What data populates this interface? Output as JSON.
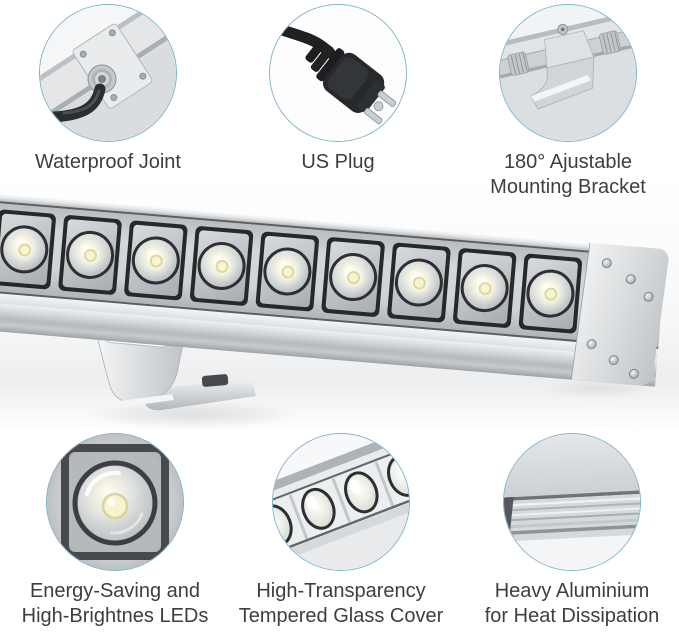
{
  "features": {
    "top": [
      {
        "name": "waterproof-joint",
        "lines": [
          "Waterproof Joint"
        ]
      },
      {
        "name": "us-plug",
        "lines": [
          "US Plug"
        ]
      },
      {
        "name": "adjustable-mounting-bracket",
        "lines": [
          "180° Ajustable",
          "Mounting Bracket"
        ]
      }
    ],
    "bottom": [
      {
        "name": "energy-saving-leds",
        "lines": [
          "Energy-Saving and",
          "High-Brightnes LEDs"
        ]
      },
      {
        "name": "tempered-glass-cover",
        "lines": [
          "High-Transparency",
          "Tempered Glass Cover"
        ]
      },
      {
        "name": "aluminium-heat-dissipation",
        "lines": [
          "Heavy Aluminium",
          "for Heat Dissipation"
        ]
      }
    ]
  },
  "product": {
    "led_count": 9
  },
  "colors": {
    "circle_border": "#7db3cb",
    "caption_text": "#3e3e3e",
    "background": "#ffffff"
  }
}
